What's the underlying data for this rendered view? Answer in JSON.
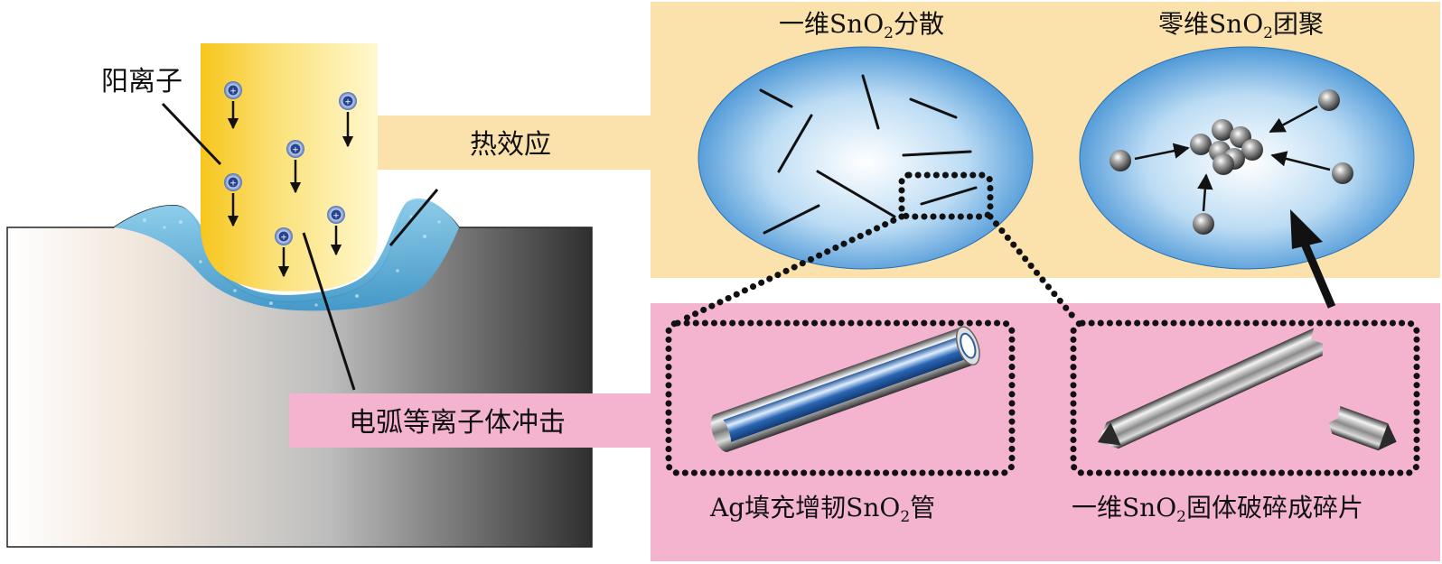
{
  "labels": {
    "cation": "阳离子",
    "thermal_effect": "热效应",
    "arc_plasma_impact": "电弧等离子体冲击",
    "dispersed_1d_prefix": "一维SnO",
    "dispersed_1d_sub": "2",
    "dispersed_1d_suffix": "分散",
    "agglomerated_0d_prefix": "零维SnO",
    "agglomerated_0d_sub": "2",
    "agglomerated_0d_suffix": "团聚",
    "ag_filled_tube_prefix": "Ag填充增韧SnO",
    "ag_filled_tube_sub": "2",
    "ag_filled_tube_suffix": "管",
    "solid_1d_fragment_prefix": "一维SnO",
    "solid_1d_fragment_sub": "2",
    "solid_1d_fragment_suffix": "固体破碎成碎片"
  },
  "ion_symbol": "+",
  "colors": {
    "orange_panel": "#fbe2ad",
    "pink_panel": "#f4b4d0",
    "ellipse_blue": "#5aa5df",
    "ion_beam_yellow": "#f9cf2a",
    "melt_pool_blue": "#5fb3db",
    "ion_dot": "#27438f"
  }
}
